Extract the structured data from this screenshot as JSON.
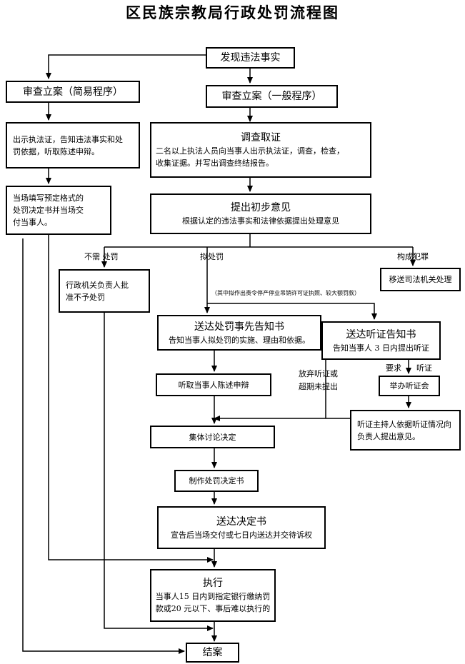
{
  "title": "区民族宗教局行政处罚流程图",
  "nodes": {
    "discover": "发现违法事实",
    "simple_case": "审查立案（简易程序）",
    "general_case": "审查立案（一般程序）",
    "show_cert": {
      "line1": "出示执法证，告知违法事实和处",
      "line2": "罚依据，听取陈述申辩。"
    },
    "investigate": {
      "title": "调查取证",
      "line1": "二名以上执法人员向当事人出示执法证，调查，检查，",
      "line2": "收集证据。并写出调查终结报告。"
    },
    "onsite_decision": {
      "line1": "当场填写预定格式的",
      "line2": "处罚决定书并当场交",
      "line3": "付当事人。"
    },
    "preliminary": {
      "title": "提出初步意见",
      "line1": "根据认定的违法事实和法律依据提出处理意见"
    },
    "no_penalty": {
      "line1": "行政机关负责人批",
      "line2": "准不予处罚"
    },
    "judicial": "移送司法机关处理",
    "penalty_notice": {
      "title": "送达处罚事先告知书",
      "line1": "告知当事人拟处罚的实施、理由和依据。"
    },
    "hearing_notice": {
      "title": "送达听证告知书",
      "line1": "告知当事人 3 日内提出听证"
    },
    "hear_defense": "听取当事人陈述申辩",
    "hold_hearing": "举办听证会",
    "hearing_opinion": {
      "line1": "听证主持人依据听证情况向",
      "line2": "负责人提出意见。"
    },
    "collective": "集体讨论决定",
    "make_decision": "制作处罚决定书",
    "deliver_decision": {
      "title": "送达决定书",
      "line1": "宣告后当场交付或七日内送达并交待诉权"
    },
    "execute": {
      "title": "执行",
      "line1": "当事人15 日内到指定银行缴纳罚",
      "line2": "款或20 元以下、事后难以执行的"
    },
    "close": "结案"
  },
  "labels": {
    "no_penalty": "不需 处罚",
    "intend_penalty": "拟处罚",
    "crime": "构成犯罪",
    "hearing_scope": "（其中拟作出责令停产停业吊销许可证执照、较大额罚款）",
    "request": "要求",
    "hearing": "听证",
    "waive_line1": "放弃听证或",
    "waive_line2": "超期未提出"
  }
}
